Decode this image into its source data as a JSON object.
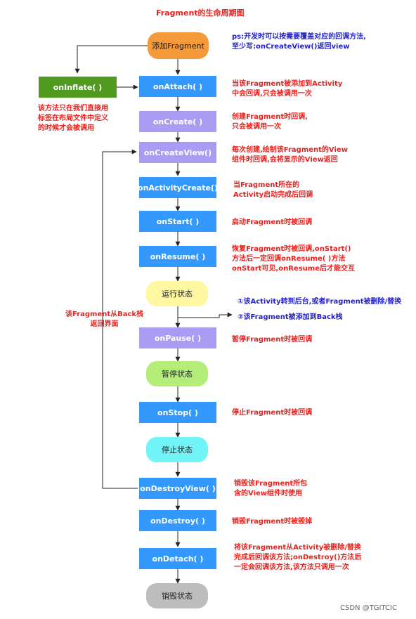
{
  "title": "Fragment的生命周期图",
  "nodes": {
    "add": "添加Fragment",
    "onInflate": "onInflate( )",
    "onAttach": "onAttach( )",
    "onCreate": "onCreate( )",
    "onCreateView": "onCreateView()",
    "onActivityCreate": "onActivityCreate()",
    "onStart": "onStart( )",
    "onResume": "onResume( )",
    "running": "运行状态",
    "onPause": "onPause( )",
    "paused": "暂停状态",
    "onStop": "onStop( )",
    "stopped": "停止状态",
    "onDestroyView": "onDestroyView( )",
    "onDestroy": "onDestroy( )",
    "onDetach": "onDetach( )",
    "destroyed": "销毁状态"
  },
  "notes": {
    "add": [
      "ps:开发时可以按需要覆盖对应的回调方法,",
      "至少写:onCreateView()返回view"
    ],
    "onAttach": [
      "当该Fragment被添加到Activity",
      "中会回调,只会被调用一次"
    ],
    "onInflate": [
      "该方法只在我们直接用",
      "标签在布局文件中定义",
      "的时候才会被调用"
    ],
    "onCreate": [
      "创建Fragment时回调,",
      "只会被调用一次"
    ],
    "onCreateView": [
      "每次创建,绘制该Fragment的View",
      "组件时回调,会将显示的View返回"
    ],
    "onActivityCreate": [
      "当Fragment所在的",
      "Activity启动完成后回调"
    ],
    "onStart": [
      "启动Fragment时被回调"
    ],
    "onResume": [
      "恢复Fragment时被回调,onStart()",
      "方法后一定回调onResume( )方法",
      "onStart可见,onResume后才能交互"
    ],
    "pauseReason1": [
      "①该Activity转到后台,或者Fragment被删除/替换"
    ],
    "pauseReason2": [
      "②该Fragment被添加到Back栈"
    ],
    "backStack": [
      "该Fragment从Back栈",
      "返回界面"
    ],
    "onPause": [
      "暂停Fragment时被回调"
    ],
    "onStop": [
      "停止Fragment时被回调"
    ],
    "onDestroyView": [
      "销毁该Fragment所包",
      "含的View组件时使用"
    ],
    "onDestroy": [
      "销毁Fragment时被毁掉"
    ],
    "onDetach": [
      "将该Fragment从Activity被删除/替换",
      "完成后回调该方法;onDestroy()方法后",
      "一定会回调该方法,该方法只调用一次"
    ]
  },
  "watermark": "CSDN @TGITCIC",
  "colors": {
    "method": "#3399ff",
    "method_light": "#a99cf2",
    "inflate": "#4f9a1f",
    "note_red": "#e8221e",
    "note_blue": "#2424c8"
  }
}
